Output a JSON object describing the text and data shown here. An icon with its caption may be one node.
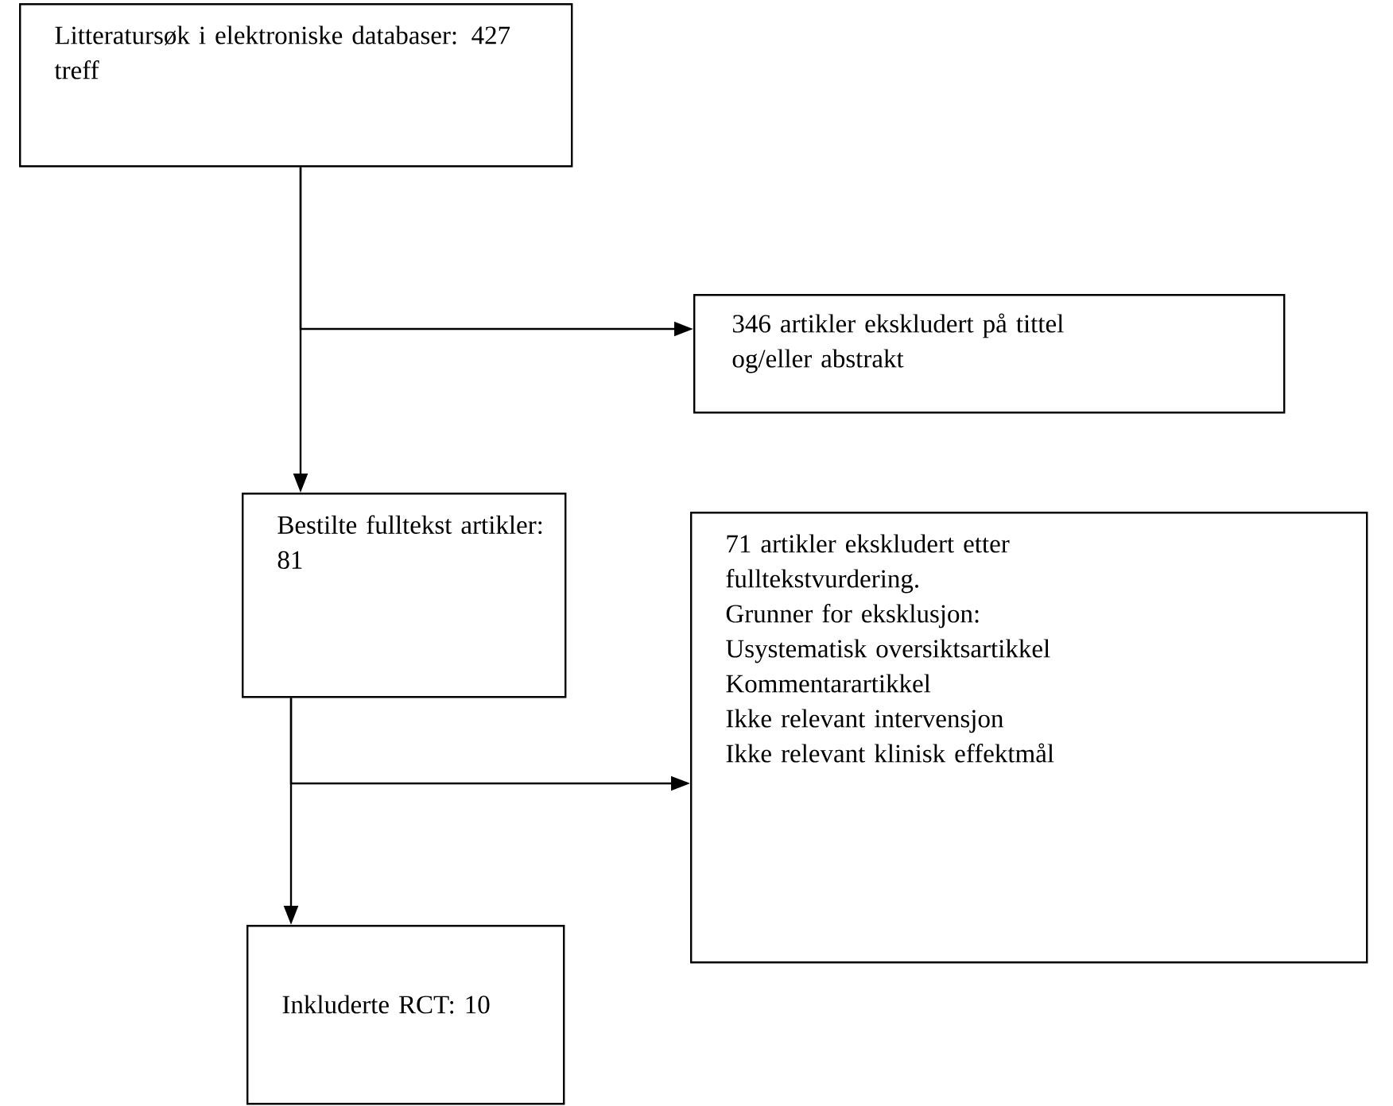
{
  "diagram": {
    "nodes": [
      {
        "text": [
          "Litteratursøk i elektroniske databaser: 427 treff"
        ]
      },
      {
        "text": [
          "346 artikler ekskludert på tittel og/eller abstrakt"
        ]
      },
      {
        "text": [
          "Bestilte fulltekst artikler: 81"
        ]
      },
      {
        "text": [
          "71 artikler ekskludert etter fulltekstvurdering.",
          "Grunner for eksklusjon:",
          "Usystematisk oversiktsartikkel",
          "Kommentarartikkel",
          "Ikke relevant intervensjon",
          "Ikke relevant klinisk effektmål"
        ]
      },
      {
        "text": [
          "Inkluderte RCT: 10"
        ]
      }
    ],
    "edges": [
      {
        "from": 0,
        "to": 2,
        "arrow": "to"
      },
      {
        "from": 0,
        "to": 1,
        "arrow": "to"
      },
      {
        "from": 2,
        "to": 4,
        "arrow": "to"
      },
      {
        "from": 2,
        "to": 3,
        "arrow": "to"
      }
    ]
  }
}
